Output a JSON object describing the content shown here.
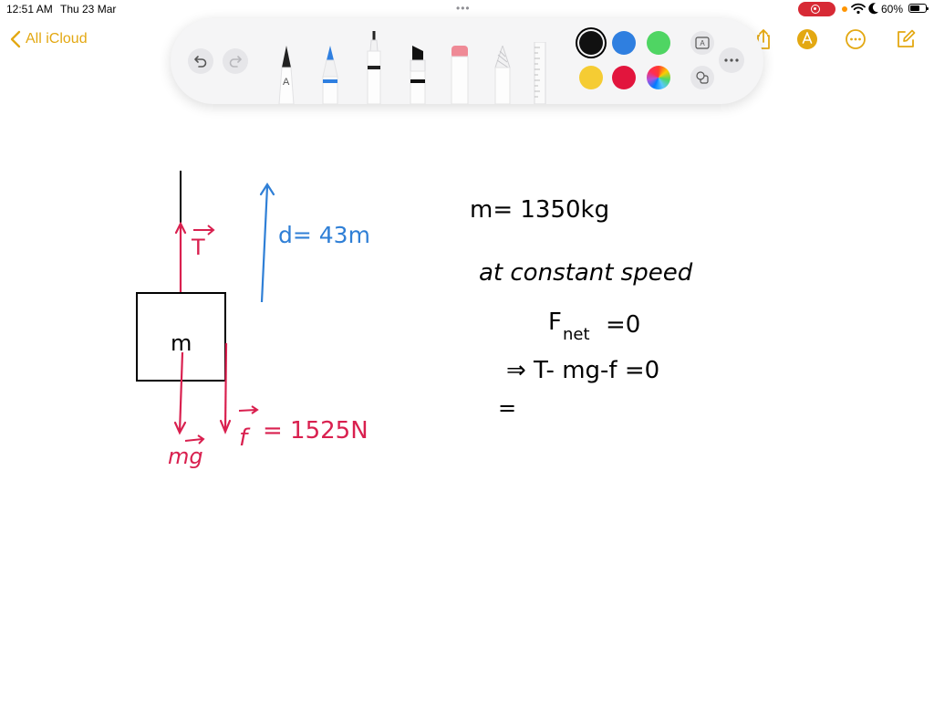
{
  "status_bar": {
    "time": "12:51 AM",
    "date": "Thu 23 Mar",
    "battery_percent": "60%",
    "battery_level": 0.6
  },
  "nav": {
    "back_label": "All iCloud"
  },
  "colors": {
    "accent": "#e3a812",
    "ink_black": "#000000",
    "ink_red": "#d9204f",
    "ink_blue": "#2f7fd6",
    "recording": "#d72a35"
  },
  "palette": {
    "tools": [
      "pen-icon",
      "marker-icon",
      "fineliner-icon",
      "highlighter-icon",
      "eraser-icon",
      "lasso-icon",
      "ruler-icon"
    ],
    "pen_letter": "A",
    "swatches": [
      {
        "name": "black",
        "color": "#111111",
        "selected": true
      },
      {
        "name": "blue",
        "color": "#2f7fe0",
        "selected": false
      },
      {
        "name": "green",
        "color": "#4fd563",
        "selected": false
      },
      {
        "name": "yellow",
        "color": "#f5cc33",
        "selected": false
      },
      {
        "name": "red",
        "color": "#e2153d",
        "selected": false
      }
    ],
    "text_box_letter": "A"
  },
  "drawing": {
    "block_label": "m",
    "tension_label": "T",
    "distance_label": "d= 43m",
    "weight_label": "mg",
    "friction_label": "f",
    "friction_value": "= 1525N",
    "mass_line": "m= 1350kg",
    "condition_line": "at constant speed",
    "fnet_symbol": "F",
    "fnet_sub": "net",
    "fnet_rhs": "=0",
    "equation_line": "⇒ T- mg-f =0",
    "next_line": "="
  }
}
